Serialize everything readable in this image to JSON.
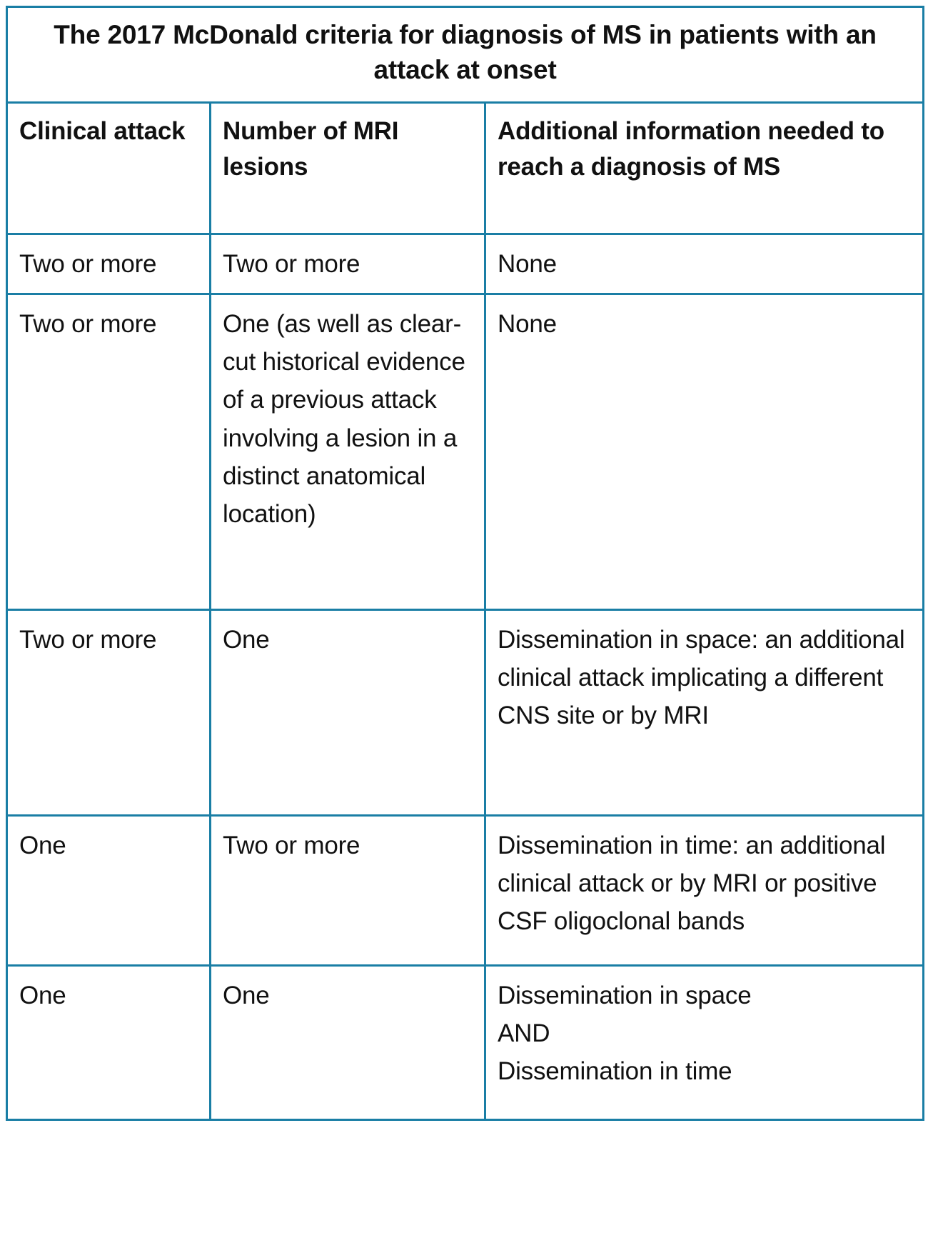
{
  "table": {
    "title": "The 2017 McDonald criteria for diagnosis of MS in patients with an attack at onset",
    "border_color": "#1a7ea5",
    "background_color": "#ffffff",
    "text_color": "#111111",
    "columns": [
      "Clinical attack",
      "Number of MRI lesions",
      "Additional information needed to reach a diagnosis of MS"
    ],
    "rows": [
      {
        "clinical_attack": "Two or more",
        "mri_lesions": "Two or more",
        "additional_information": "None"
      },
      {
        "clinical_attack": "Two or more",
        "mri_lesions": "One (as well as clear-cut historical evidence of a previous attack involving a lesion in a distinct anatomical location)",
        "additional_information": "None"
      },
      {
        "clinical_attack": "Two or more",
        "mri_lesions": "One",
        "additional_information": "Dissemination in space: an additional clinical attack implicating a different CNS site or by MRI"
      },
      {
        "clinical_attack": "One",
        "mri_lesions": "Two or more",
        "additional_information": "Dissemination in time: an additional clinical attack or by MRI or positive CSF oligoclonal bands"
      },
      {
        "clinical_attack": "One",
        "mri_lesions": "One",
        "additional_information_line1": "Dissemination in space",
        "additional_information_line2": "AND",
        "additional_information_line3": "Dissemination in time"
      }
    ]
  }
}
